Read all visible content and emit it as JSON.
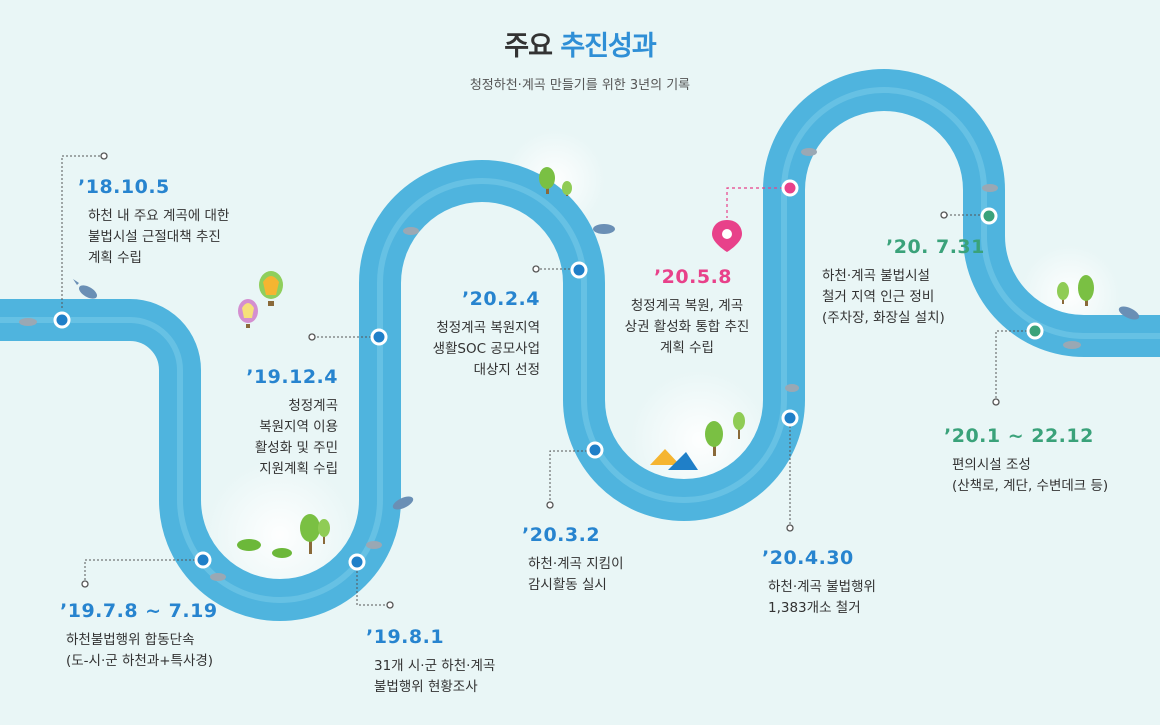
{
  "header": {
    "title_main": "주요",
    "title_accent": "추진성과",
    "subtitle": "청정하천·계곡 만들기를 위한 3년의 기록"
  },
  "colors": {
    "background": "#e9f6f6",
    "river": "#4fb4de",
    "blue": "#2784cf",
    "pink": "#e8418a",
    "green": "#3aa27a"
  },
  "events": [
    {
      "date": "’18.10.5",
      "desc": "하천 내 주요 계곡에 대한\n불법시설 근절대책 추진\n계획 수립"
    },
    {
      "date": "’19.7.8 ~ 7.19",
      "desc": "하천불법행위 합동단속\n(도-시·군 하천과+특사경)"
    },
    {
      "date": "’19.8.1",
      "desc": "31개 시·군 하천·계곡\n불법행위 현황조사"
    },
    {
      "date": "’19.12.4",
      "desc": "청정계곡\n복원지역 이용\n활성화 및 주민\n지원계획 수립"
    },
    {
      "date": "’20.2.4",
      "desc": "청정계곡 복원지역\n생활SOC 공모사업\n대상지 선정"
    },
    {
      "date": "’20.3.2",
      "desc": "하천·계곡 지킴이\n감시활동 실시"
    },
    {
      "date": "’20.4.30",
      "desc": "하천·계곡 불법행위\n1,383개소 철거"
    },
    {
      "date": "’20.5.8",
      "desc": "청정계곡 복원, 계곡\n상권 활성화 통합 추진\n계획 수립"
    },
    {
      "date": "’20. 7.31",
      "desc": "하천·계곡 불법시설\n철거 지역 인근 정비\n(주차장, 화장실 설치)"
    },
    {
      "date": "’20.1 ~ 22.12",
      "desc": "편의시설 조성\n(산책로, 계단, 수변데크 등)"
    }
  ]
}
